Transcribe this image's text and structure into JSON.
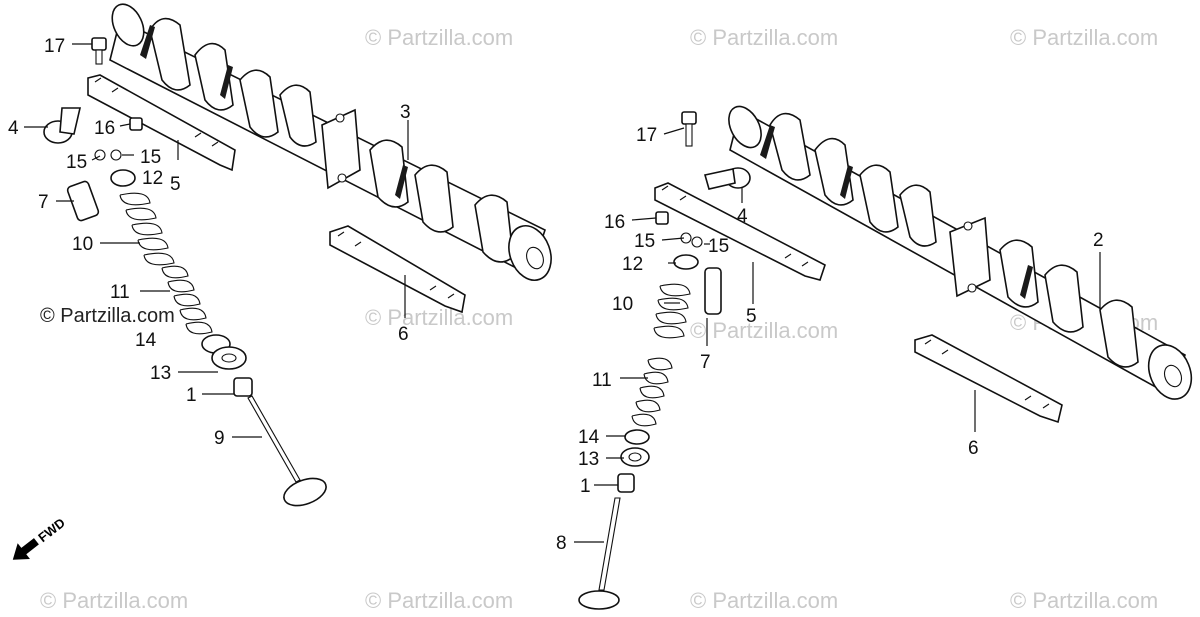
{
  "watermarks": [
    "© Partzilla.com",
    "© Partzilla.com",
    "© Partzilla.com",
    "© Partzilla.com",
    "© Partzilla.com",
    "© Partzilla.com",
    "© Partzilla.com",
    "© Partzilla.com",
    "© Partzilla.com",
    "© Partzilla.com",
    "© Partzilla.com"
  ],
  "left_group_labels": [
    "17",
    "4",
    "16",
    "15",
    "15",
    "12",
    "5",
    "7",
    "10",
    "11",
    "14",
    "13",
    "1",
    "9",
    "3",
    "6"
  ],
  "right_group_labels": [
    "17",
    "16",
    "4",
    "15",
    "15",
    "12",
    "5",
    "10",
    "7",
    "11",
    "14",
    "13",
    "1",
    "8",
    "2",
    "6"
  ],
  "direction_label": "FWD"
}
